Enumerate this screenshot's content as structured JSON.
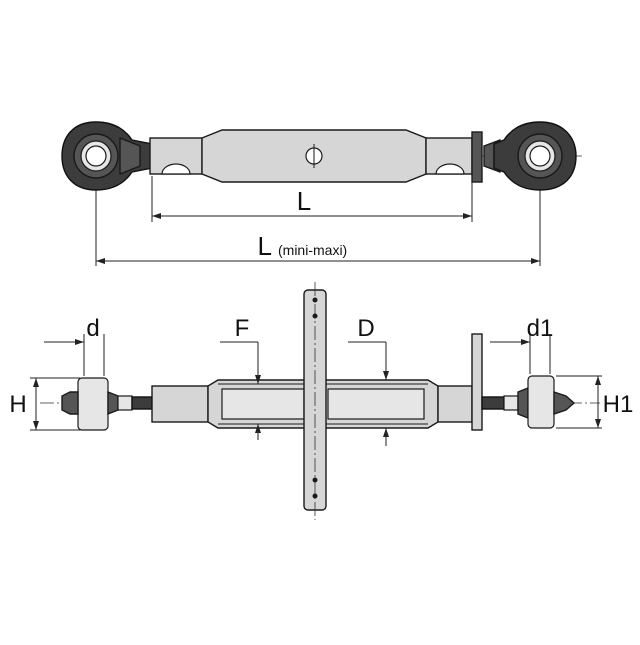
{
  "labels": {
    "top_L": "L",
    "top_L_minmax_main": "L",
    "top_L_minmax_suffix": "(mini-maxi)",
    "d": "d",
    "F": "F",
    "D": "D",
    "d1": "d1",
    "H": "H",
    "H1": "H1"
  }
}
